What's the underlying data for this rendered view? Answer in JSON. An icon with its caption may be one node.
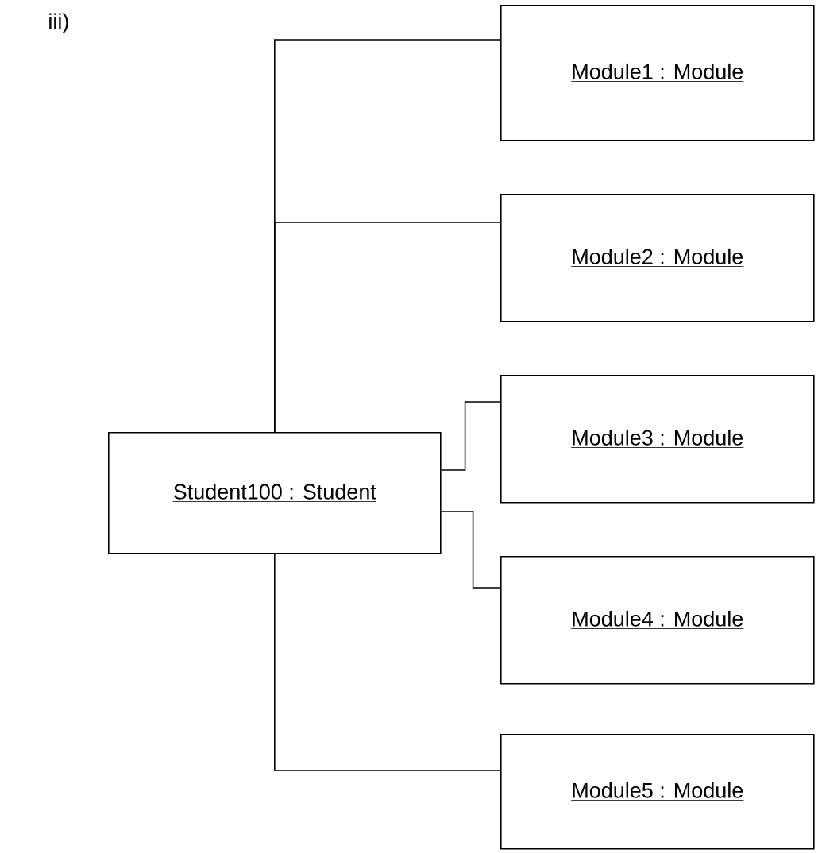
{
  "diagram": {
    "nodes": [
      {
        "text": [
          "Module1 : Module"
        ]
      },
      {
        "text": [
          "Module2 : Module"
        ]
      },
      {
        "text": [
          "Module3 : Module"
        ]
      },
      {
        "text": [
          "Student100 : Student"
        ]
      },
      {
        "text": [
          "Module4 : Module"
        ]
      },
      {
        "text": [
          "Module5 : Module"
        ]
      }
    ],
    "edges": [
      {
        "from": 3,
        "to": 0,
        "arrow": "none"
      },
      {
        "from": 3,
        "to": 1,
        "arrow": "none"
      },
      {
        "from": 3,
        "to": 2,
        "arrow": "none"
      },
      {
        "from": 3,
        "to": 4,
        "arrow": "none"
      },
      {
        "from": 3,
        "to": 5,
        "arrow": "none"
      }
    ],
    "labels": [
      "iii)"
    ]
  }
}
